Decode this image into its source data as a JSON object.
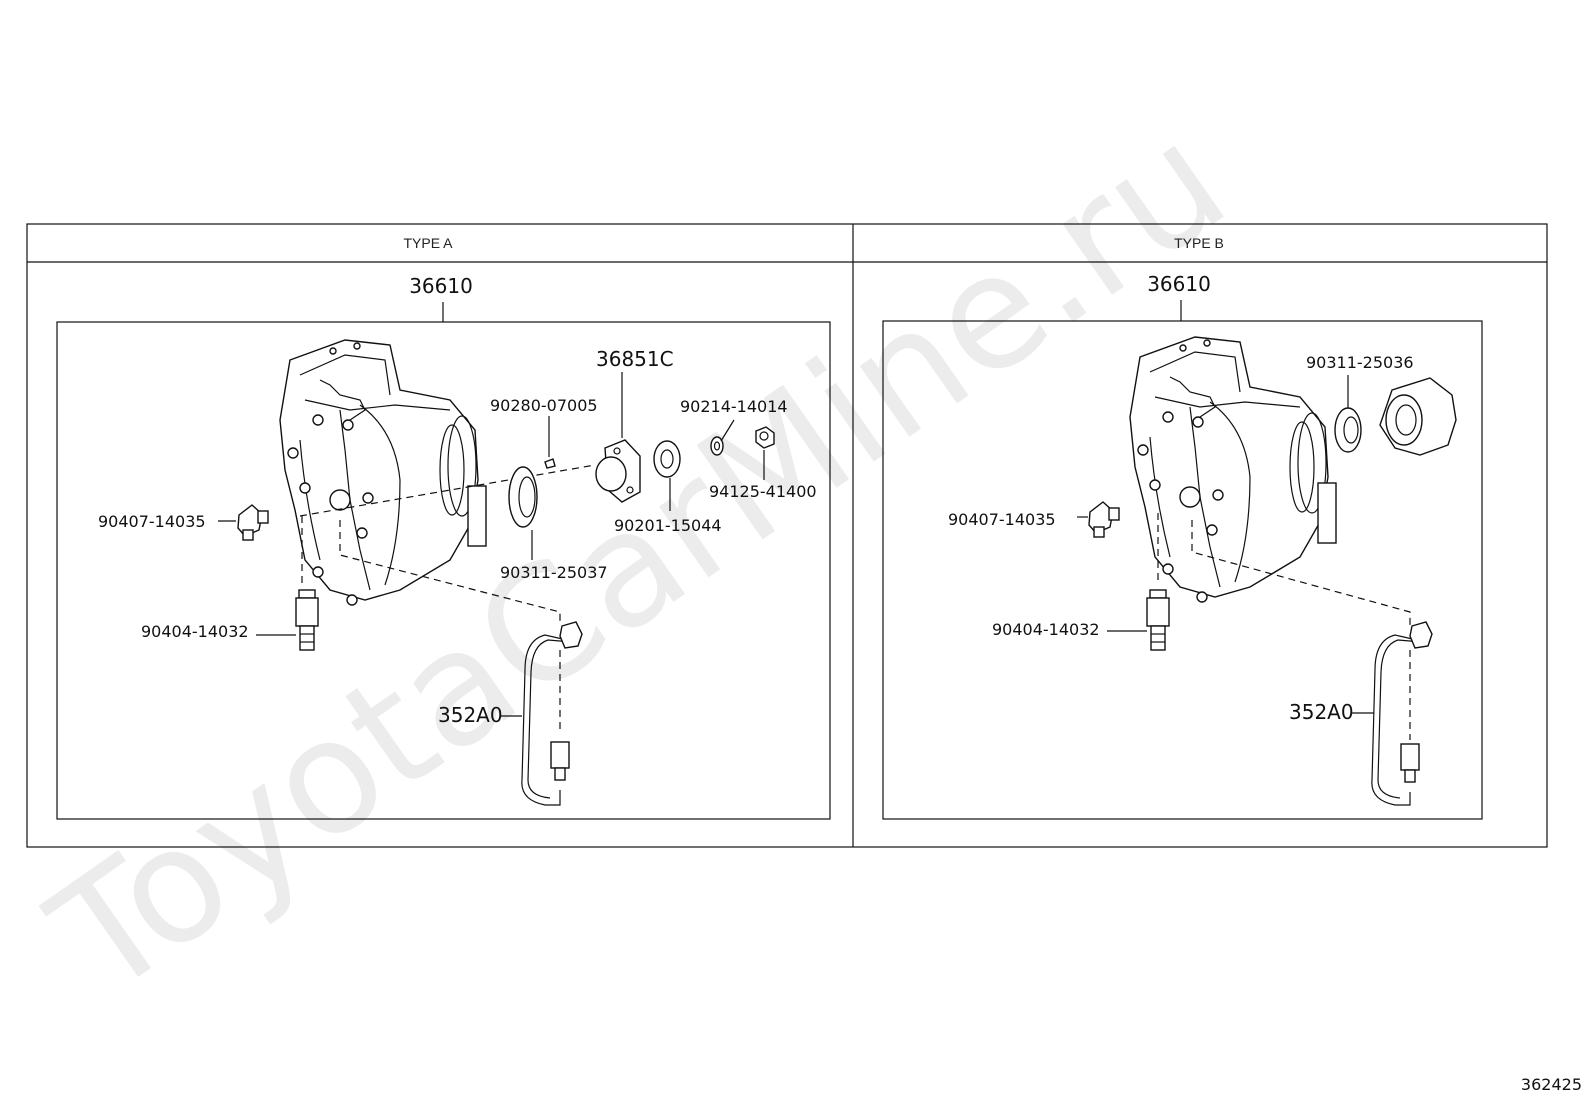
{
  "watermark": "ToyotaCarMine.ru",
  "diagram_id": "362425",
  "panels": [
    {
      "header": "TYPE A",
      "assembly": "36610",
      "callouts": {
        "c36851C": "36851C",
        "c90280_07005": "90280-07005",
        "c90214_14014": "90214-14014",
        "c94125_41400": "94125-41400",
        "c90201_15044": "90201-15044",
        "c90311_25037": "90311-25037",
        "c90407_14035": "90407-14035",
        "c90404_14032": "90404-14032",
        "c352A0": "352A0"
      }
    },
    {
      "header": "TYPE B",
      "assembly": "36610",
      "callouts": {
        "c90311_25036": "90311-25036",
        "c90407_14035": "90407-14035",
        "c90404_14032": "90404-14032",
        "c352A0": "352A0"
      }
    }
  ]
}
